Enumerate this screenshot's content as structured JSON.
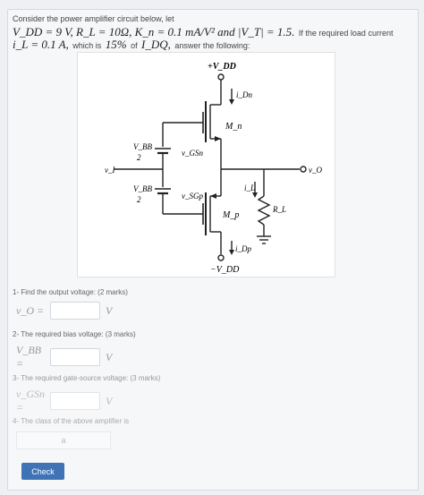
{
  "intro": "Consider the power amplifier circuit below, let",
  "given": {
    "vdd": "V_DD = 9 V, R_L = 10Ω, K_n = 0.1 mA/V² and |V_T| = 1.5.",
    "tail1": "If the required load current",
    "il": "i_L = 0.1 A,",
    "tail2": "which is",
    "pct": "15%",
    "tail3": "of",
    "idq": "I_DQ,",
    "tail4": "answer the following:"
  },
  "circuit": {
    "vdd": "+V_DD",
    "vss": "−V_DD",
    "idn": "i_Dn",
    "idp": "i_Dp",
    "mn": "M_n",
    "mp": "M_p",
    "vbb_top": "V_BB",
    "vbb_den": "2",
    "vgsn": "v_GSn",
    "vsgp": "v_SGp",
    "vi": "v_I",
    "vo": "v_O",
    "il": "i_L",
    "rl": "R_L"
  },
  "questions": {
    "q1": "1- Find the output voltage: (2 marks)",
    "q1_label": "v_O =",
    "q1_unit": "V",
    "q2": "2- The required bias voltage: (3 marks)",
    "q2_label": "V_BB =",
    "q2_unit": "V",
    "q3": "3- The required gate-source voltage: (3 marks)",
    "q3_label": "v_GSn =",
    "q3_unit": "V",
    "q4": "4- The class of the above amplifier is",
    "q4_value": "a"
  },
  "check_label": "Check"
}
